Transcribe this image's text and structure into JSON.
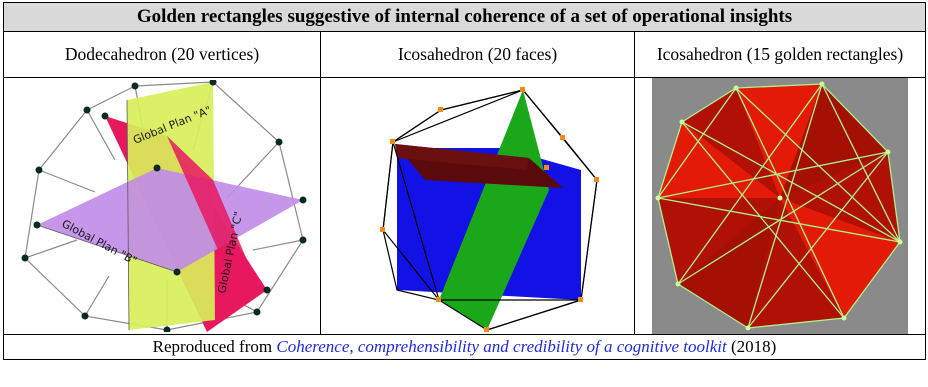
{
  "title": "Golden rectangles suggestive of internal coherence of a set of operational insights",
  "columns": [
    {
      "heading": "Dodecahedron (20 vertices)"
    },
    {
      "heading": "Icosahedron (20 faces)"
    },
    {
      "heading": "Icosahedron (15 golden rectangles)"
    }
  ],
  "figure1": {
    "plan_a": "Global Plan \"A\"",
    "plan_b": "Global Plan \"B\"",
    "plan_c": "Global Plan \"C\""
  },
  "caption": {
    "prefix": "Reproduced from ",
    "link_text": "Coherence, comprehensibility and credibility of a cognitive toolkit",
    "suffix": " (2018)"
  },
  "colors": {
    "title_bg": "#d9d9d9",
    "plan_a": "#d8ef5a",
    "plan_b": "#c08be8",
    "plan_c": "#e8185f",
    "blue_rect": "#1212e6",
    "green_rect": "#1aa81a",
    "dark_rect": "#5a0a0a",
    "ico_red": "#e41a08",
    "ico_bg": "#8a8a8a",
    "link": "#1f2bd6"
  }
}
